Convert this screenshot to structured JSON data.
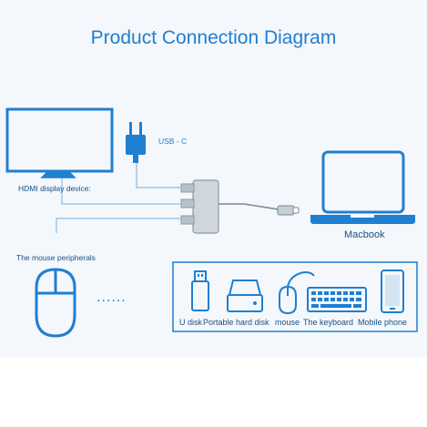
{
  "title": "Product Connection Diagram",
  "labels": {
    "usb_c": "USB - C",
    "hdmi": "HDMI display device:",
    "mouse_peripherals": "The mouse peripherals",
    "macbook": "Macbook",
    "dots": "......"
  },
  "devices": [
    {
      "label": "U disk",
      "icon": "usb-drive-icon"
    },
    {
      "label": "Portable hard disk",
      "icon": "hard-disk-icon"
    },
    {
      "label": "mouse",
      "icon": "mouse-icon"
    },
    {
      "label": "The keyboard",
      "icon": "keyboard-icon"
    },
    {
      "label": "Mobile phone",
      "icon": "phone-icon"
    }
  ],
  "colors": {
    "accent": "#1f7fd1",
    "dark": "#1b4f86",
    "hub": "#cfd6de"
  }
}
